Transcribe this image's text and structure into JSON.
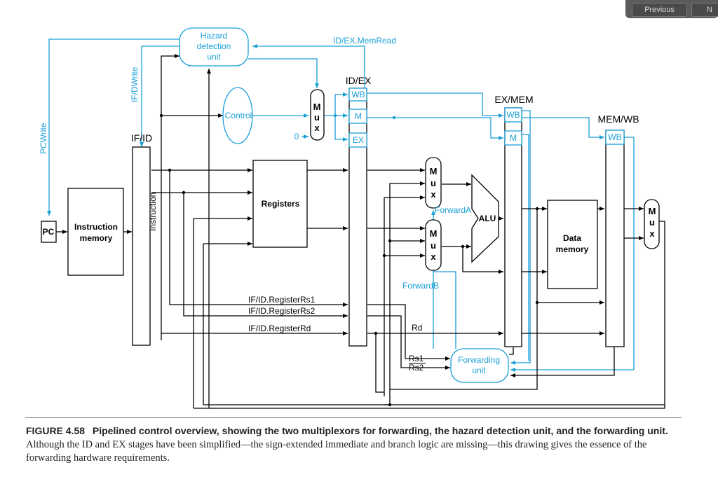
{
  "nav": {
    "previous_label": "Previous",
    "next_label": "N"
  },
  "diagram": {
    "hazard_unit": [
      "Hazard",
      "detection",
      "unit"
    ],
    "idex_memread": "ID/EX.MemRead",
    "if_id": "IF/ID",
    "id_ex": "ID/EX",
    "ex_mem": "EX/MEM",
    "mem_wb": "MEM/WB",
    "pcwrite": "PCWrite",
    "ifidwrite": "IF/DWrite",
    "control": "Control",
    "zero": "0",
    "wb": "WB",
    "m": "M",
    "ex": "EX",
    "pc": "PC",
    "instr_mem": [
      "Instruction",
      "memory"
    ],
    "instruction": "Instruction",
    "registers": "Registers",
    "mux": [
      "M",
      "u",
      "x"
    ],
    "forward_a": "ForwardA",
    "forward_b": "ForwardB",
    "alu": "ALU",
    "data_mem": [
      "Data",
      "memory"
    ],
    "rs1_full": "IF/ID.RegisterRs1",
    "rs2_full": "IF/ID.RegisterRs2",
    "rd_full": "IF/ID.RegisterRd",
    "rd": "Rd",
    "rs1": "Rs1",
    "rs2": "Rs2",
    "fwd_unit": [
      "Forwarding",
      "unit"
    ]
  },
  "caption": {
    "figure": "FIGURE 4.58",
    "title": "Pipelined control overview, showing the two multiplexors for forwarding, the hazard detection unit, and the forwarding unit.",
    "body": "Although the ID and EX stages have been simplified—the sign-extended immediate and branch logic are missing—this drawing gives the essence of the forwarding hardware requirements."
  }
}
